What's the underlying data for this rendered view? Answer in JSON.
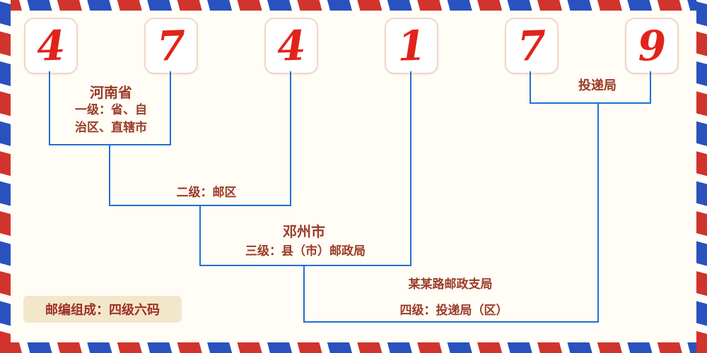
{
  "postal_code": {
    "value": "474179",
    "digits": [
      "4",
      "7",
      "4",
      "1",
      "7",
      "9"
    ]
  },
  "annotations": {
    "level1_place": "河南省",
    "level1_desc": "一级：省、自\n治区、直辖市",
    "level2_desc": "二级：邮区",
    "level3_place": "邓州市",
    "level3_desc": "三级：县（市）邮政局",
    "level4_place": "某某路邮政支局",
    "level4_desc": "四级：投递局（区）",
    "delivery_office_label": "投递局",
    "composition_note": "邮编组成：四级六码"
  },
  "colors": {
    "digit_red": "#e2231a",
    "connector_blue": "#1f6fd8",
    "label_maroon": "#9a3b27",
    "badge_background": "#f3e7cb",
    "stripe_red": "#d0342c",
    "stripe_blue": "#2a52be",
    "page_background": "#fffdf5"
  }
}
